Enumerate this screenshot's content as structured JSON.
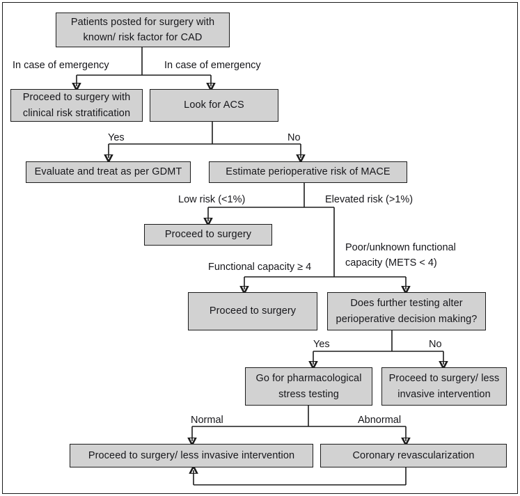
{
  "figure": {
    "type": "clinical-decision-flowchart",
    "title": "Perioperative cardiac evaluation algorithm for patients posted for surgery with known/ risk factor for CAD",
    "colors": {
      "node_fill": "#d2d2d2",
      "node_border": "#1b1b1b",
      "text": "#16161a",
      "background": "#ffffff",
      "connector": "#1b1b1b"
    }
  },
  "nodes": [
    {
      "id": "n1",
      "text": "Patients posted for surgery with known/ risk factor for CAD"
    },
    {
      "id": "n2",
      "text": "Proceed to surgery with clinical risk stratification"
    },
    {
      "id": "n3",
      "text": "Look for ACS"
    },
    {
      "id": "n4",
      "text": "Evaluate and treat as per GDMT"
    },
    {
      "id": "n5",
      "text": "Estimate perioperative risk of MACE"
    },
    {
      "id": "n6",
      "text": "Proceed to surgery"
    },
    {
      "id": "n7",
      "text": "Proceed to surgery"
    },
    {
      "id": "n8",
      "text": "Does further testing alter perioperative decision making?"
    },
    {
      "id": "n9",
      "text": "Go for pharmacological stress testing"
    },
    {
      "id": "n10",
      "text": "Proceed to surgery/ less invasive intervention"
    },
    {
      "id": "n11",
      "text": "Proceed to surgery/ less invasive intervention"
    },
    {
      "id": "n12",
      "text": "Coronary revascularization"
    }
  ],
  "edge_labels": [
    {
      "id": "e1",
      "text": "In case of emergency"
    },
    {
      "id": "e2",
      "text": "In case of emergency"
    },
    {
      "id": "e3",
      "text": "Yes"
    },
    {
      "id": "e4",
      "text": "No"
    },
    {
      "id": "e5",
      "text": "Low risk (<1%)"
    },
    {
      "id": "e6",
      "text": "Elevated risk (>1%)"
    },
    {
      "id": "e7",
      "text": "Functional capacity ≥ 4"
    },
    {
      "id": "e8",
      "text": "Poor/unknown functional capacity (METS < 4)"
    },
    {
      "id": "e9",
      "text": "Yes"
    },
    {
      "id": "e10",
      "text": "No"
    },
    {
      "id": "e11",
      "text": "Normal"
    },
    {
      "id": "e12",
      "text": "Abnormal"
    }
  ]
}
